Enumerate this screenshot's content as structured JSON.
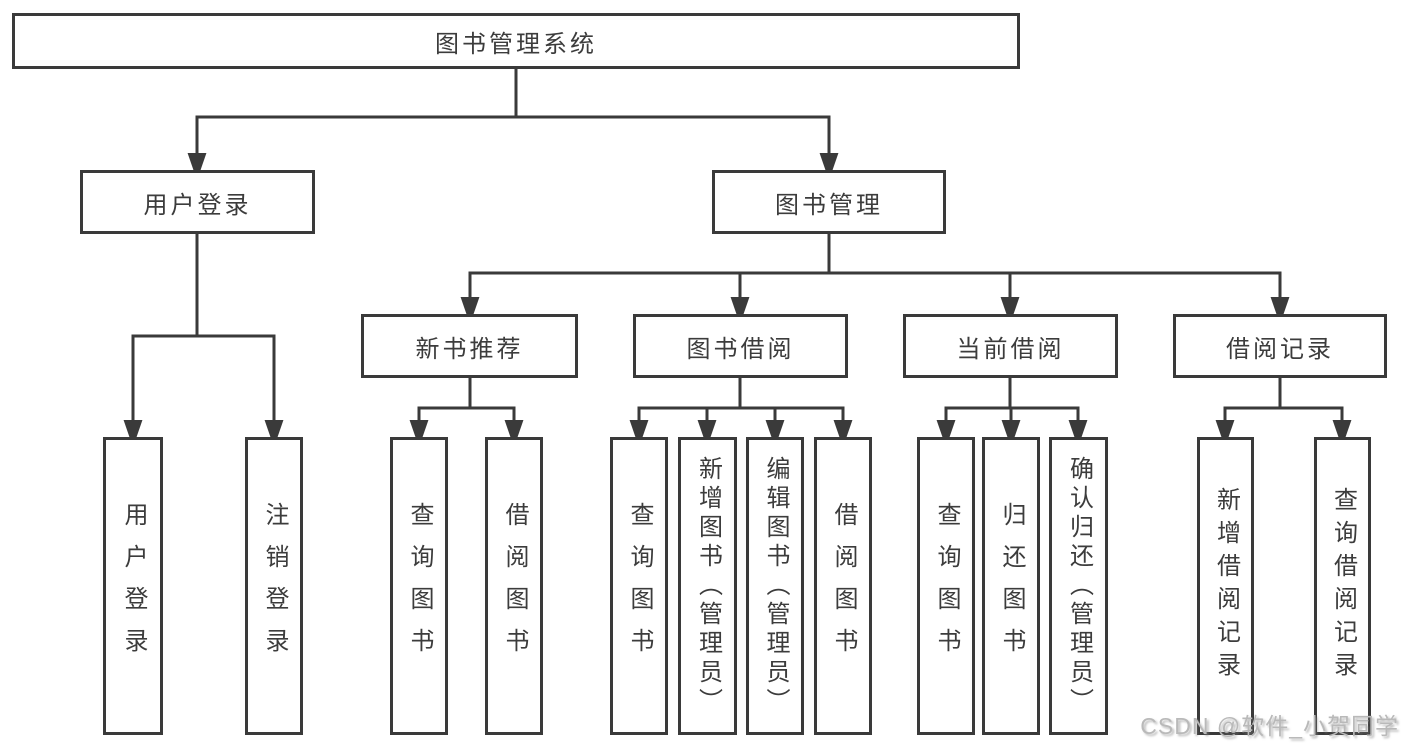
{
  "colors": {
    "line": "#3a3a3a",
    "box_border": "#3a3a3a",
    "text": "#3c3c3c",
    "watermark": "#b9b9b9",
    "background": "#ffffff"
  },
  "watermark": "CSDN @软件_小贺同学",
  "diagram": {
    "root": "图书管理系统",
    "level2": {
      "user_login": "用户登录",
      "book_management": "图书管理"
    },
    "level3": {
      "new_book_recommend": "新书推荐",
      "book_borrow": "图书借阅",
      "current_borrow": "当前借阅",
      "borrow_records": "借阅记录"
    },
    "leaves": {
      "user_login": [
        "用户登录",
        "注销登录"
      ],
      "new_book_recommend": [
        "查询图书",
        "借阅图书"
      ],
      "book_borrow": [
        "查询图书",
        "新增图书（管理员）",
        "编辑图书（管理员）",
        "借阅图书"
      ],
      "current_borrow": [
        "查询图书",
        "归还图书",
        "确认归还（管理员）"
      ],
      "borrow_records": [
        "新增借阅记录",
        "查询借阅记录"
      ]
    }
  }
}
